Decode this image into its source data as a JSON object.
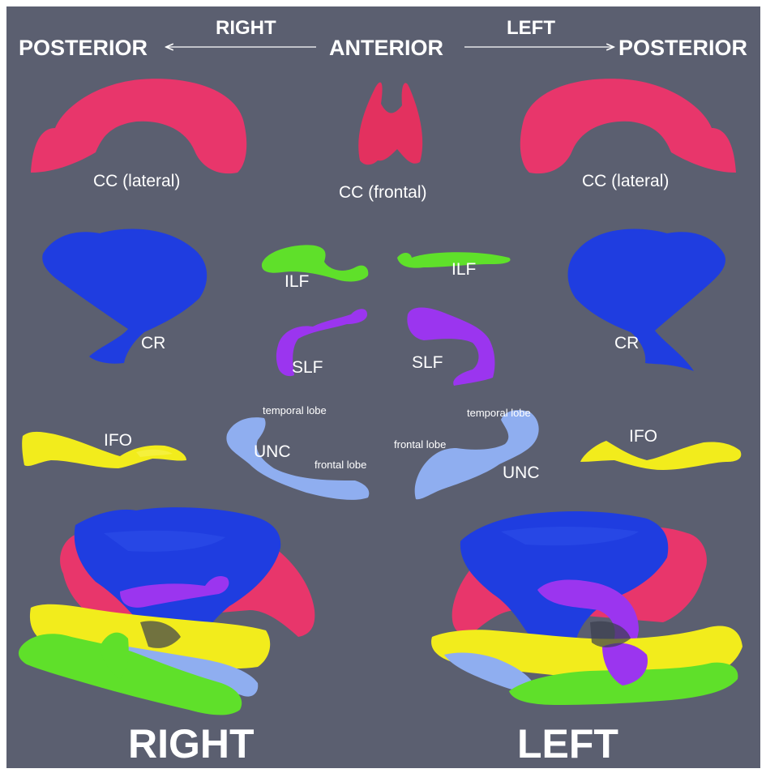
{
  "header": {
    "posterior_left": "POSTERIOR",
    "right": "RIGHT",
    "anterior": "ANTERIOR",
    "left": "LEFT",
    "posterior_right": "POSTERIOR"
  },
  "tracts": {
    "cc_lateral_right": "CC (lateral)",
    "cc_frontal": "CC (frontal)",
    "cc_lateral_left": "CC (lateral)",
    "cr_right": "CR",
    "cr_left": "CR",
    "ilf_right": "ILF",
    "ilf_left": "ILF",
    "slf_right": "SLF",
    "slf_left": "SLF",
    "ifo_right": "IFO",
    "ifo_left": "IFO",
    "unc_right": "UNC",
    "unc_left": "UNC",
    "temporal_lobe_right": "temporal lobe",
    "frontal_lobe_right": "frontal lobe",
    "temporal_lobe_left": "temporal lobe",
    "frontal_lobe_left": "frontal lobe"
  },
  "footer": {
    "right": "RIGHT",
    "left": "LEFT"
  },
  "colors": {
    "background": "#5b5f70",
    "cc": "#e8366b",
    "cr": "#1f3de0",
    "ilf": "#5fe02a",
    "slf": "#9b35ef",
    "ifo": "#f2ec1c",
    "unc": "#8faef0"
  }
}
